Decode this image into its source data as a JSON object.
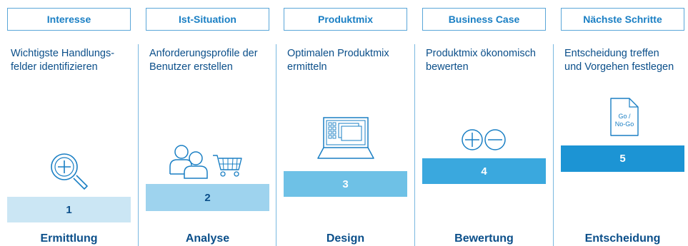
{
  "columns": [
    {
      "tab": "Interesse",
      "description_line1": "Wichtigste Handlungs-",
      "description_line2": "felder identifizieren",
      "icon": "magnifier-plus-icon",
      "step": "1",
      "stage": "Ermittlung",
      "bar_color": "#cbe6f4",
      "text_color": "#0b4f8a"
    },
    {
      "tab": "Ist-Situation",
      "description_line1": "Anforderungsprofile der",
      "description_line2": "Benutzer erstellen",
      "icon": "users-cart-icon",
      "step": "2",
      "stage": "Analyse",
      "bar_color": "#9ed3ee",
      "text_color": "#0b4f8a"
    },
    {
      "tab": "Produktmix",
      "description_line1": "Optimalen Produktmix",
      "description_line2": "ermitteln",
      "icon": "laptop-icon",
      "step": "3",
      "stage": "Design",
      "bar_color": "#6ec1e6",
      "text_color": "#ffffff"
    },
    {
      "tab": "Business Case",
      "description_line1": "Produktmix ökonomisch",
      "description_line2": "bewerten",
      "icon": "plus-minus-icon",
      "step": "4",
      "stage": "Bewertung",
      "bar_color": "#3aa8de",
      "text_color": "#ffffff"
    },
    {
      "tab": "Nächste Schritte",
      "description_line1": "Entscheidung treffen",
      "description_line2": "und Vorgehen festlegen",
      "icon": "go-nogo-document-icon",
      "icon_text_line1": "Go /",
      "icon_text_line2": "No-Go",
      "step": "5",
      "stage": "Entscheidung",
      "bar_color": "#1c94d4",
      "text_color": "#ffffff"
    }
  ],
  "colors": {
    "tab_border": "#5aa6d8",
    "tab_text": "#1a7fc4",
    "body_text": "#0b4f8a",
    "divider": "#7ab8e0",
    "icon_stroke": "#1a7fc4"
  }
}
